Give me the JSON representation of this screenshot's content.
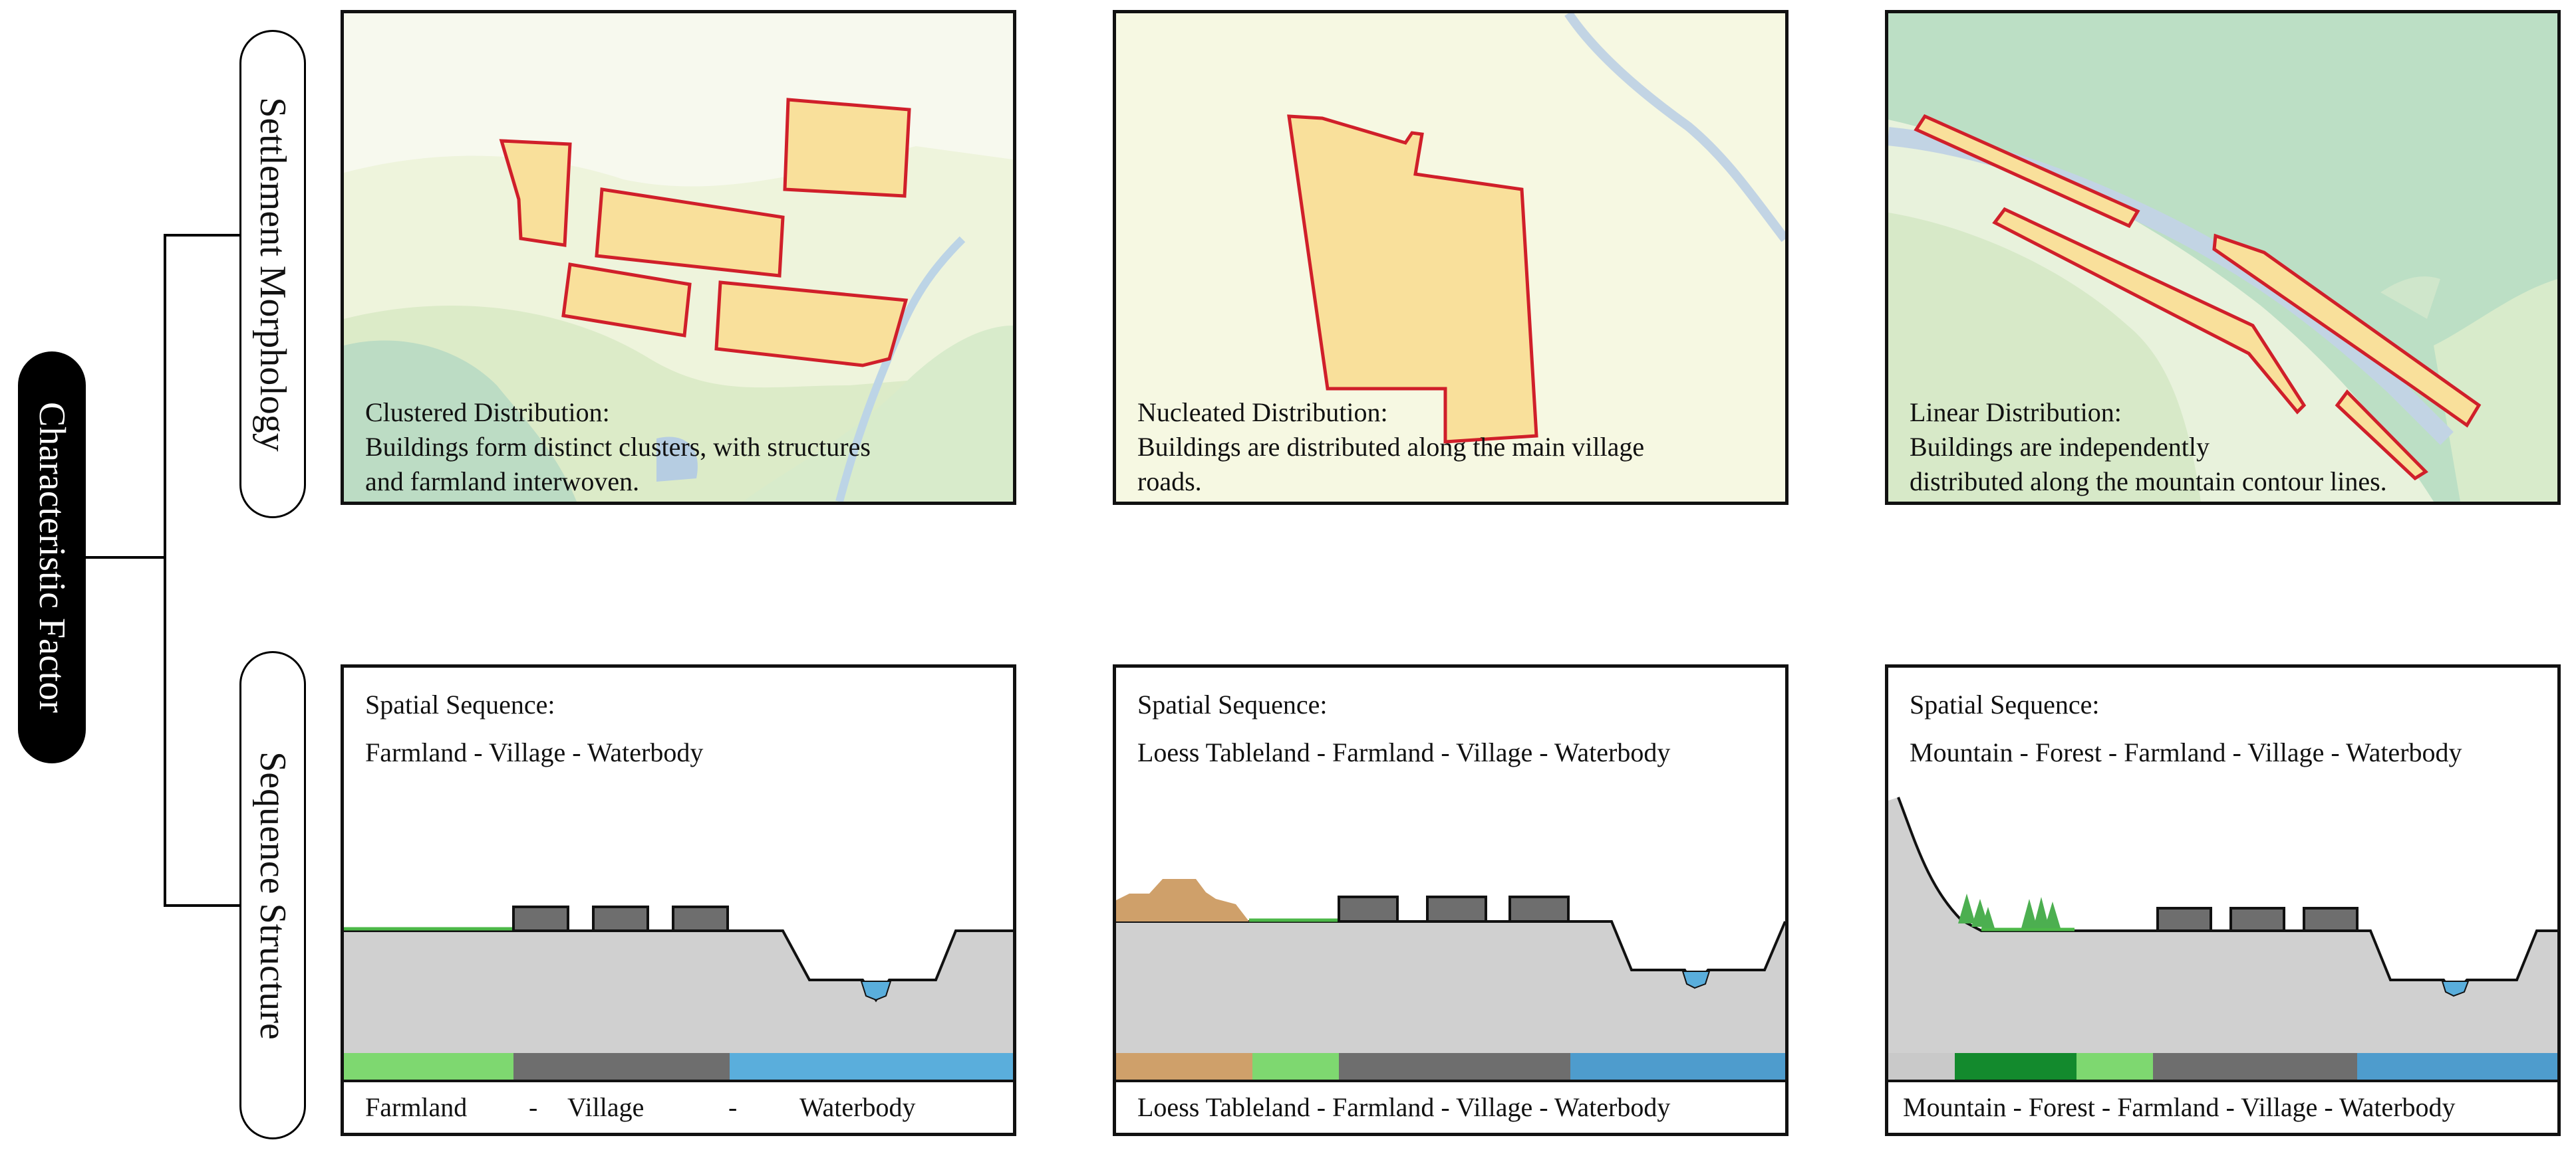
{
  "root_label": "Characteristic Factor",
  "branches": {
    "morphology": "Settlement Morphology",
    "sequence": "Sequence Structure"
  },
  "morphology_panels": [
    {
      "title": "Clustered Distribution:",
      "line1": "Buildings form distinct clusters, with structures",
      "line2": "and farmland interwoven."
    },
    {
      "title": "Nucleated Distribution:",
      "line1": "Buildings are distributed along the main village",
      "line2": "roads."
    },
    {
      "title": "Linear Distribution:",
      "line1": "Buildings are independently",
      "line2": "distributed along the mountain contour lines."
    }
  ],
  "sequence_panels": [
    {
      "heading": "Spatial Sequence:",
      "sequence": "Farmland - Village - Waterbody",
      "legend_parts": [
        "Farmland",
        "-",
        "Village",
        "-",
        "Waterbody"
      ]
    },
    {
      "heading": "Spatial Sequence:",
      "sequence": "Loess Tableland - Farmland - Village - Waterbody",
      "legend": "Loess Tableland - Farmland - Village - Waterbody"
    },
    {
      "heading": "Spatial Sequence:",
      "sequence": "Mountain - Forest - Farmland - Village - Waterbody",
      "legend": "Mountain - Forest - Farmland - Village - Waterbody"
    }
  ],
  "colors": {
    "building_fill": "#f9e09b",
    "building_stroke": "#d01f2a",
    "farmland": "#7ed870",
    "village": "#6e6e6e",
    "waterbody": "#5aaedc",
    "loess": "#cfa06a",
    "forest": "#138a2d",
    "mountain": "#c9c9c9",
    "ground": "#d0d0d0"
  }
}
